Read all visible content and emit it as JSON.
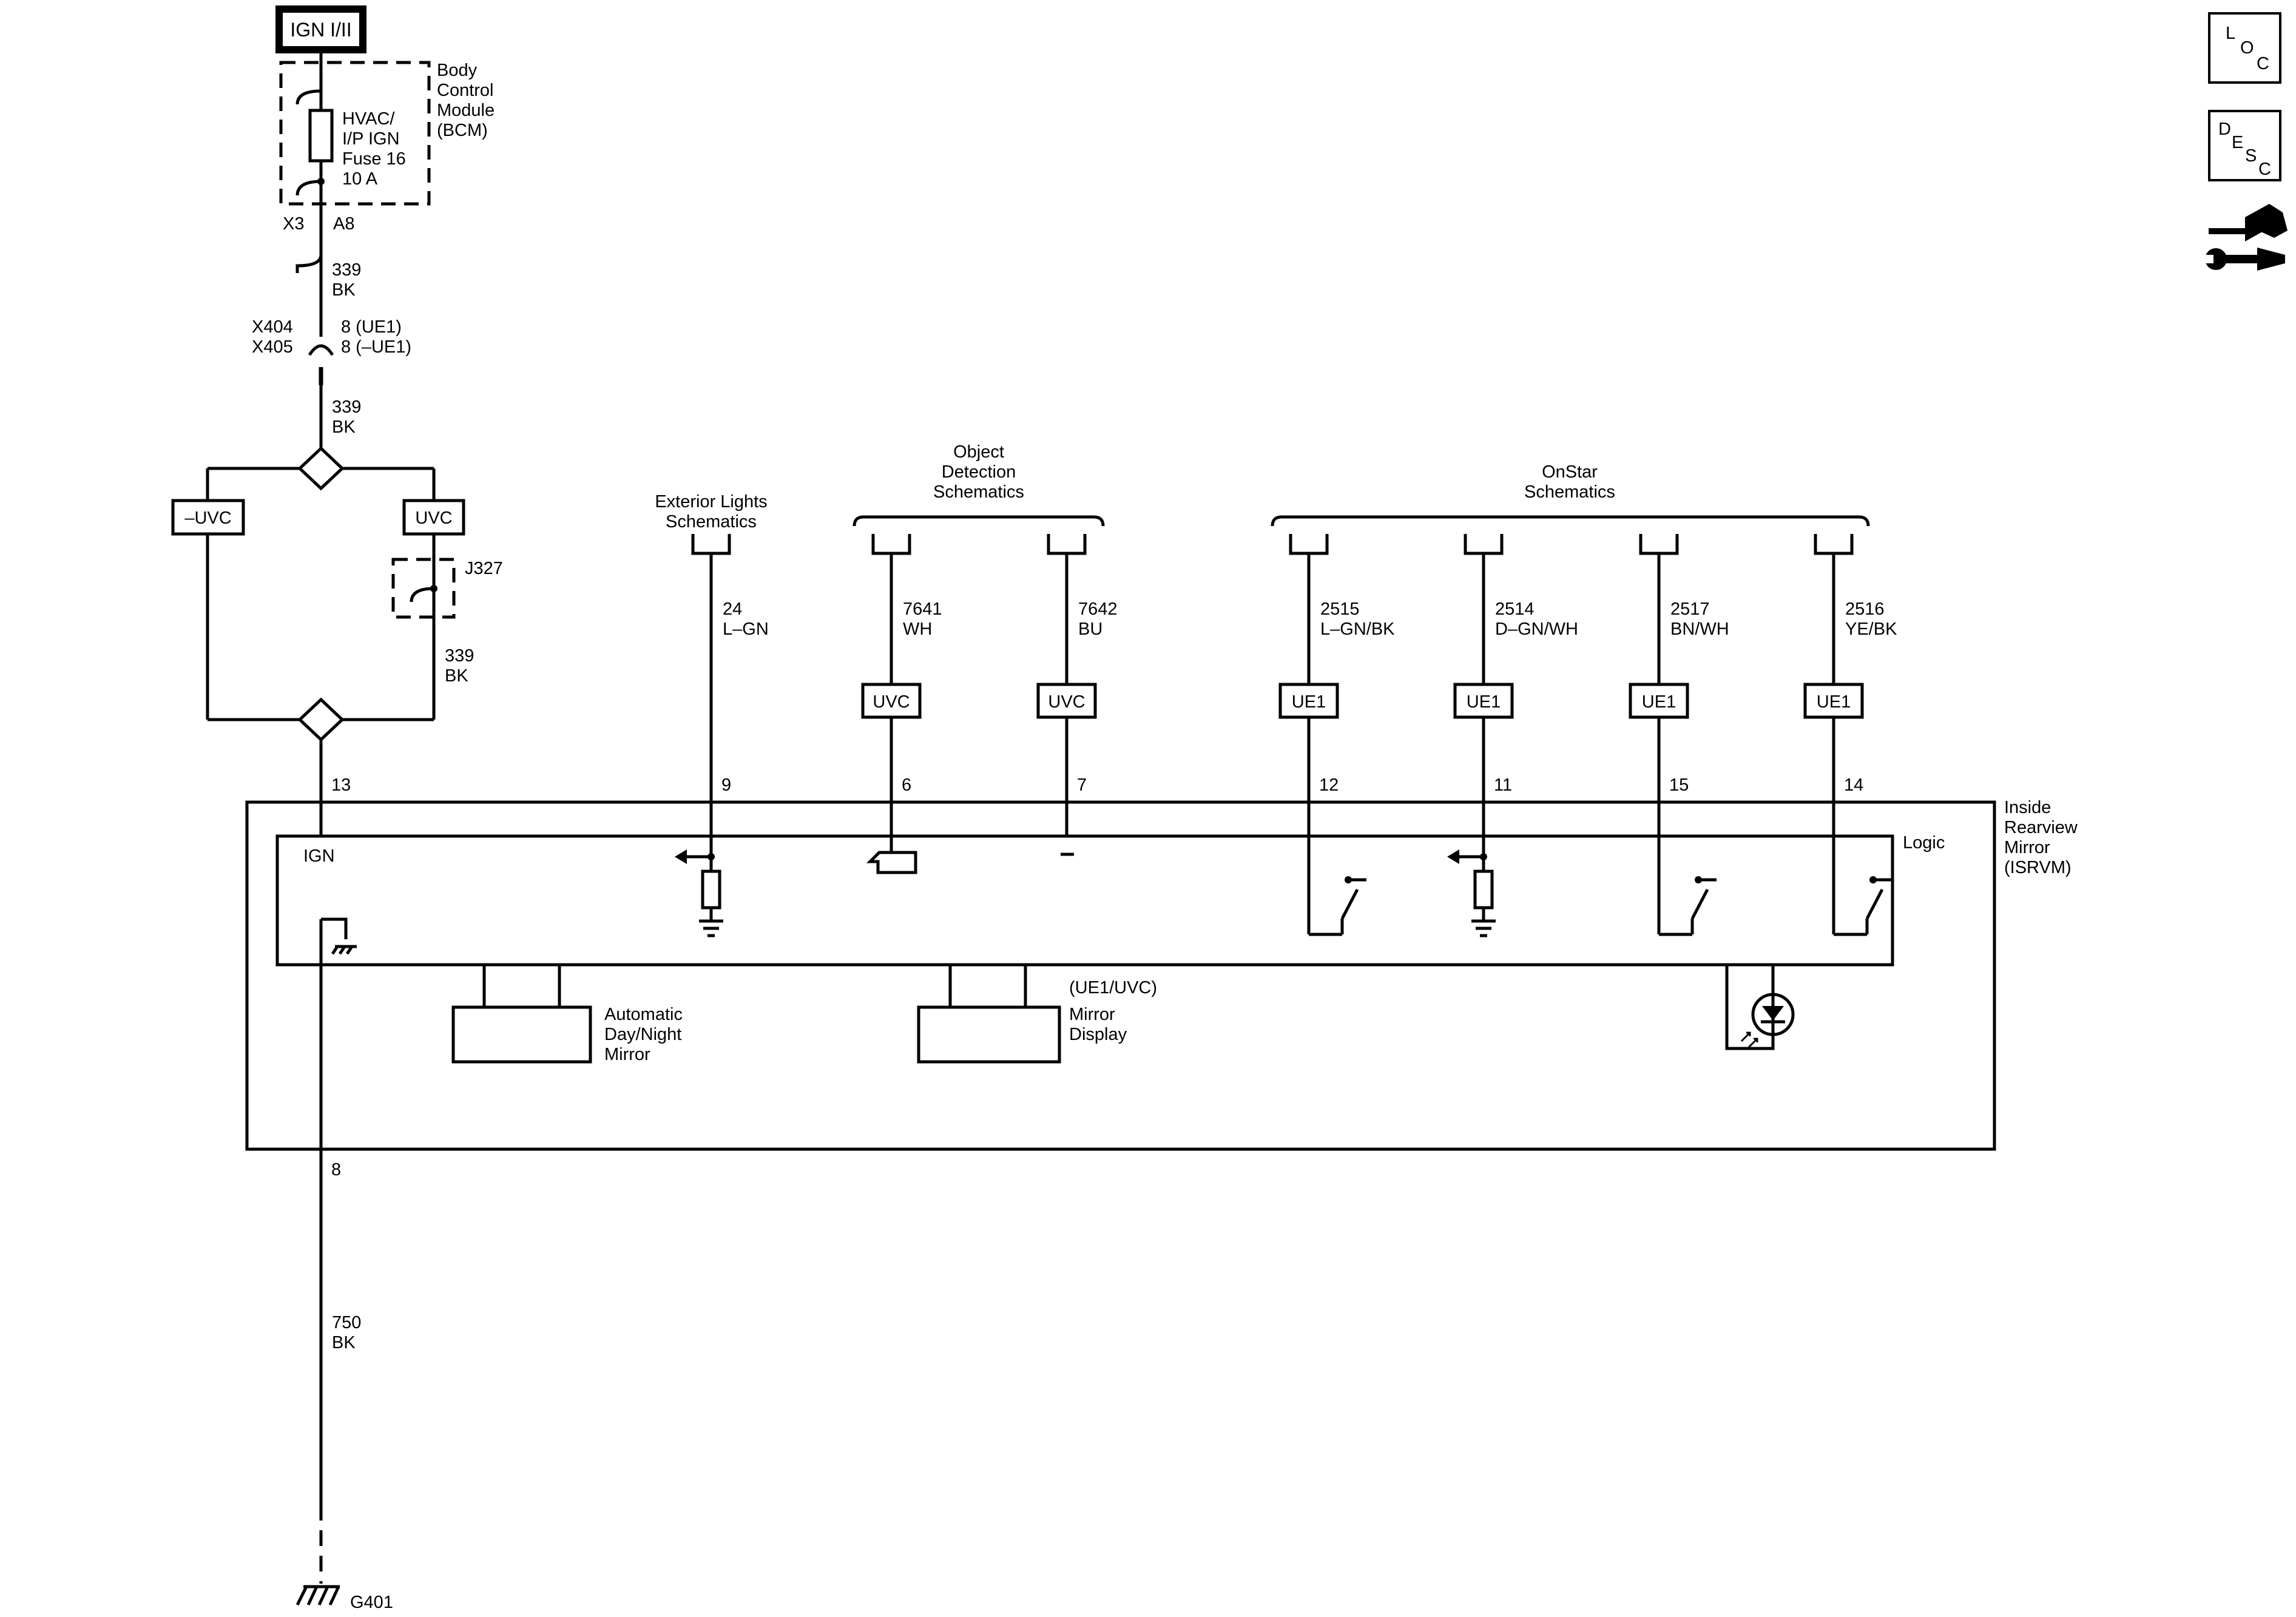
{
  "power": {
    "source": "IGN I/II"
  },
  "bcm": {
    "name": [
      "Body",
      "Control",
      "Module",
      "(BCM)"
    ],
    "fuse": [
      "HVAC/",
      "I/P IGN",
      "Fuse 16",
      "10 A"
    ],
    "conn": "X3",
    "pin": "A8"
  },
  "wire_339_top": [
    "339",
    "BK"
  ],
  "inline": {
    "conn1": "X404",
    "conn2": "X405",
    "pin1": "8 (UE1)",
    "pin2": "8 (–UE1)"
  },
  "wire_339_mid": [
    "339",
    "BK"
  ],
  "options": {
    "neg_uvc": "–UVC",
    "uvc": "UVC"
  },
  "jumper": {
    "label": "J327"
  },
  "wire_339_jumper": [
    "339",
    "BK"
  ],
  "circuits": [
    {
      "header": [
        "Exterior Lights",
        "Schematics"
      ],
      "circuit": "24",
      "color": "L–GN",
      "pin": "9",
      "option": ""
    },
    {
      "header": [],
      "circuit": "7641",
      "color": "WH",
      "pin": "6",
      "option": "UVC"
    },
    {
      "header": [],
      "circuit": "7642",
      "color": "BU",
      "pin": "7",
      "option": "UVC"
    },
    {
      "header": [],
      "circuit": "2515",
      "color": "L–GN/BK",
      "pin": "12",
      "option": "UE1"
    },
    {
      "header": [],
      "circuit": "2514",
      "color": "D–GN/WH",
      "pin": "11",
      "option": "UE1"
    },
    {
      "header": [],
      "circuit": "2517",
      "color": "BN/WH",
      "pin": "15",
      "option": "UE1"
    },
    {
      "header": [],
      "circuit": "2516",
      "color": "YE/BK",
      "pin": "14",
      "option": "UE1"
    }
  ],
  "groups": {
    "object_detection": [
      "Object",
      "Detection",
      "Schematics"
    ],
    "onstar": [
      "OnStar",
      "Schematics"
    ]
  },
  "module": {
    "name": [
      "Inside",
      "Rearview",
      "Mirror",
      "(ISRVM)"
    ],
    "logic": "Logic",
    "ign": "IGN",
    "ign_pin": "13",
    "ground_pin": "8",
    "auto_mirror": [
      "Automatic",
      "Day/Night",
      "Mirror"
    ],
    "mirror_display_option": "(UE1/UVC)",
    "mirror_display": [
      "Mirror",
      "Display"
    ]
  },
  "ground_wire": [
    "750",
    "BK"
  ],
  "ground": {
    "label": "G401"
  },
  "nav_icons": {
    "loc": [
      "L",
      "O",
      "C"
    ],
    "desc": [
      "D",
      "E",
      "S",
      "C"
    ],
    "tool": "connector-wrench-icon"
  }
}
